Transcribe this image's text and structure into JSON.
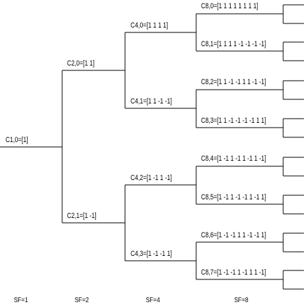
{
  "nodes": {
    "c10": "C1,0=[1]",
    "c20": "C2,0=[1 1]",
    "c21": "C2,1=[1 -1]",
    "c40": "C4,0=[1 1 1 1]",
    "c41": "C4,1=[1 1 -1 -1]",
    "c42": "C4,2=[1 -1 1 -1]",
    "c43": "C4,3=[1 -1 -1 1]",
    "c80": "C8,0=[1 1 1 1 1 1 1 1]",
    "c81": "C8,1=[1 1 1 1 -1 -1 -1 -1]",
    "c82": "C8,2=[1 1 -1 -1 1 1 -1 -1]",
    "c83": "C8,3=[1 1 -1 -1 -1 -1 1 1]",
    "c84": "C8,4=[1 -1 1 -1 1 -1 1 -1]",
    "c85": "C8,5=[1 -1 1 -1 -1 1 -1 1]",
    "c86": "C8,6=[1 -1 -1 1 1 -1 -1 1]",
    "c87": "C8,7=[1 -1 -1 1 -1 1 1 -1]"
  },
  "sf_labels": {
    "sf1": "SF=1",
    "sf2": "SF=2",
    "sf4": "SF=4",
    "sf8": "SF=8"
  },
  "colors": {
    "line": "#000000",
    "text": "#000000"
  }
}
